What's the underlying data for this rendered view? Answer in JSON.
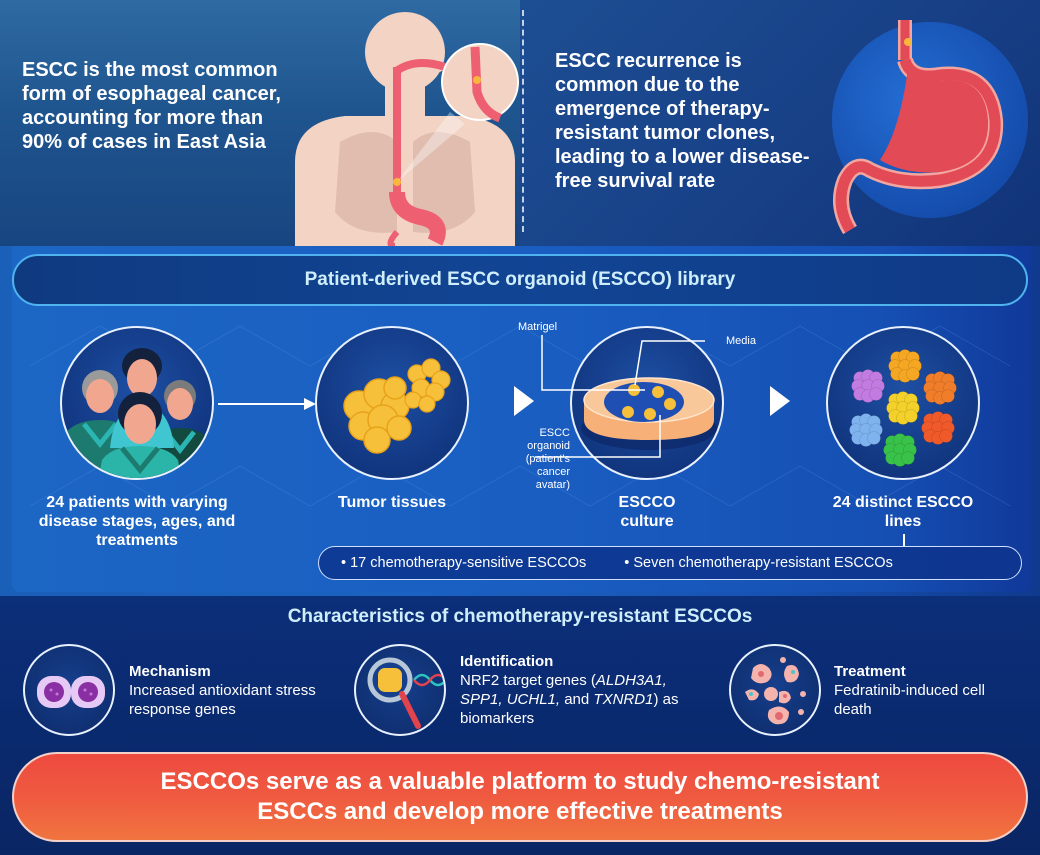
{
  "top": {
    "left_text": "ESCC is the most common form of esophageal cancer, accounting for more than 90% of cases in East Asia",
    "right_text": "ESCC recurrence is common due to the emergence of therapy-resistant tumor clones, leading to a lower disease-free survival rate",
    "left_illustration": "human-body-digestive-tract",
    "right_illustration": "stomach"
  },
  "library": {
    "title": "Patient-derived ESCC organoid (ESCCO) library",
    "steps": [
      {
        "label": "24 patients with varying disease stages, ages, and treatments",
        "icon": "patients-group"
      },
      {
        "label": "Tumor tissues",
        "icon": "tumor-tissue"
      },
      {
        "label": "ESCCO culture",
        "icon": "petri-dish"
      },
      {
        "label": "24 distinct ESCCO lines",
        "icon": "organoid-lines"
      }
    ],
    "culture_annotations": {
      "matrigel": "Matrigel",
      "media": "Media",
      "organoid": "ESCC organoid (patient's cancer avatar)"
    },
    "summary": [
      "• 17 chemotherapy-sensitive ESCCOs",
      "• Seven chemotherapy-resistant ESCCOs"
    ],
    "organoid_colors": [
      "#f5a623",
      "#c27be0",
      "#f07d2a",
      "#f3d12a",
      "#7fb3ef",
      "#f05a2a",
      "#39c24a"
    ]
  },
  "characteristics": {
    "title": "Characteristics of chemotherapy-resistant ESCCOs",
    "items": [
      {
        "heading": "Mechanism",
        "text": "Increased antioxidant stress response genes",
        "icon": "cells"
      },
      {
        "heading": "Identification",
        "text_pre": "NRF2 target genes (",
        "genes1": "ALDH3A1, SPP1, UCHL1,",
        "text_and": " and ",
        "genes2": "TXNRD1",
        "text_post": ") as biomarkers",
        "icon": "magnifier-dna"
      },
      {
        "heading": "Treatment",
        "text": "Fedratinib-induced cell death",
        "icon": "dying-cells"
      }
    ]
  },
  "conclusion": "ESCCOs serve as a valuable platform to study chemo-resistant ESCCs and develop more effective treatments",
  "colors": {
    "accent_title": "#cfeefb",
    "conclusion_red": "#ee4a3f",
    "conclusion_orange": "#f0743f",
    "esophagus": "#ef5f72",
    "skin": "#f2d3c4"
  }
}
